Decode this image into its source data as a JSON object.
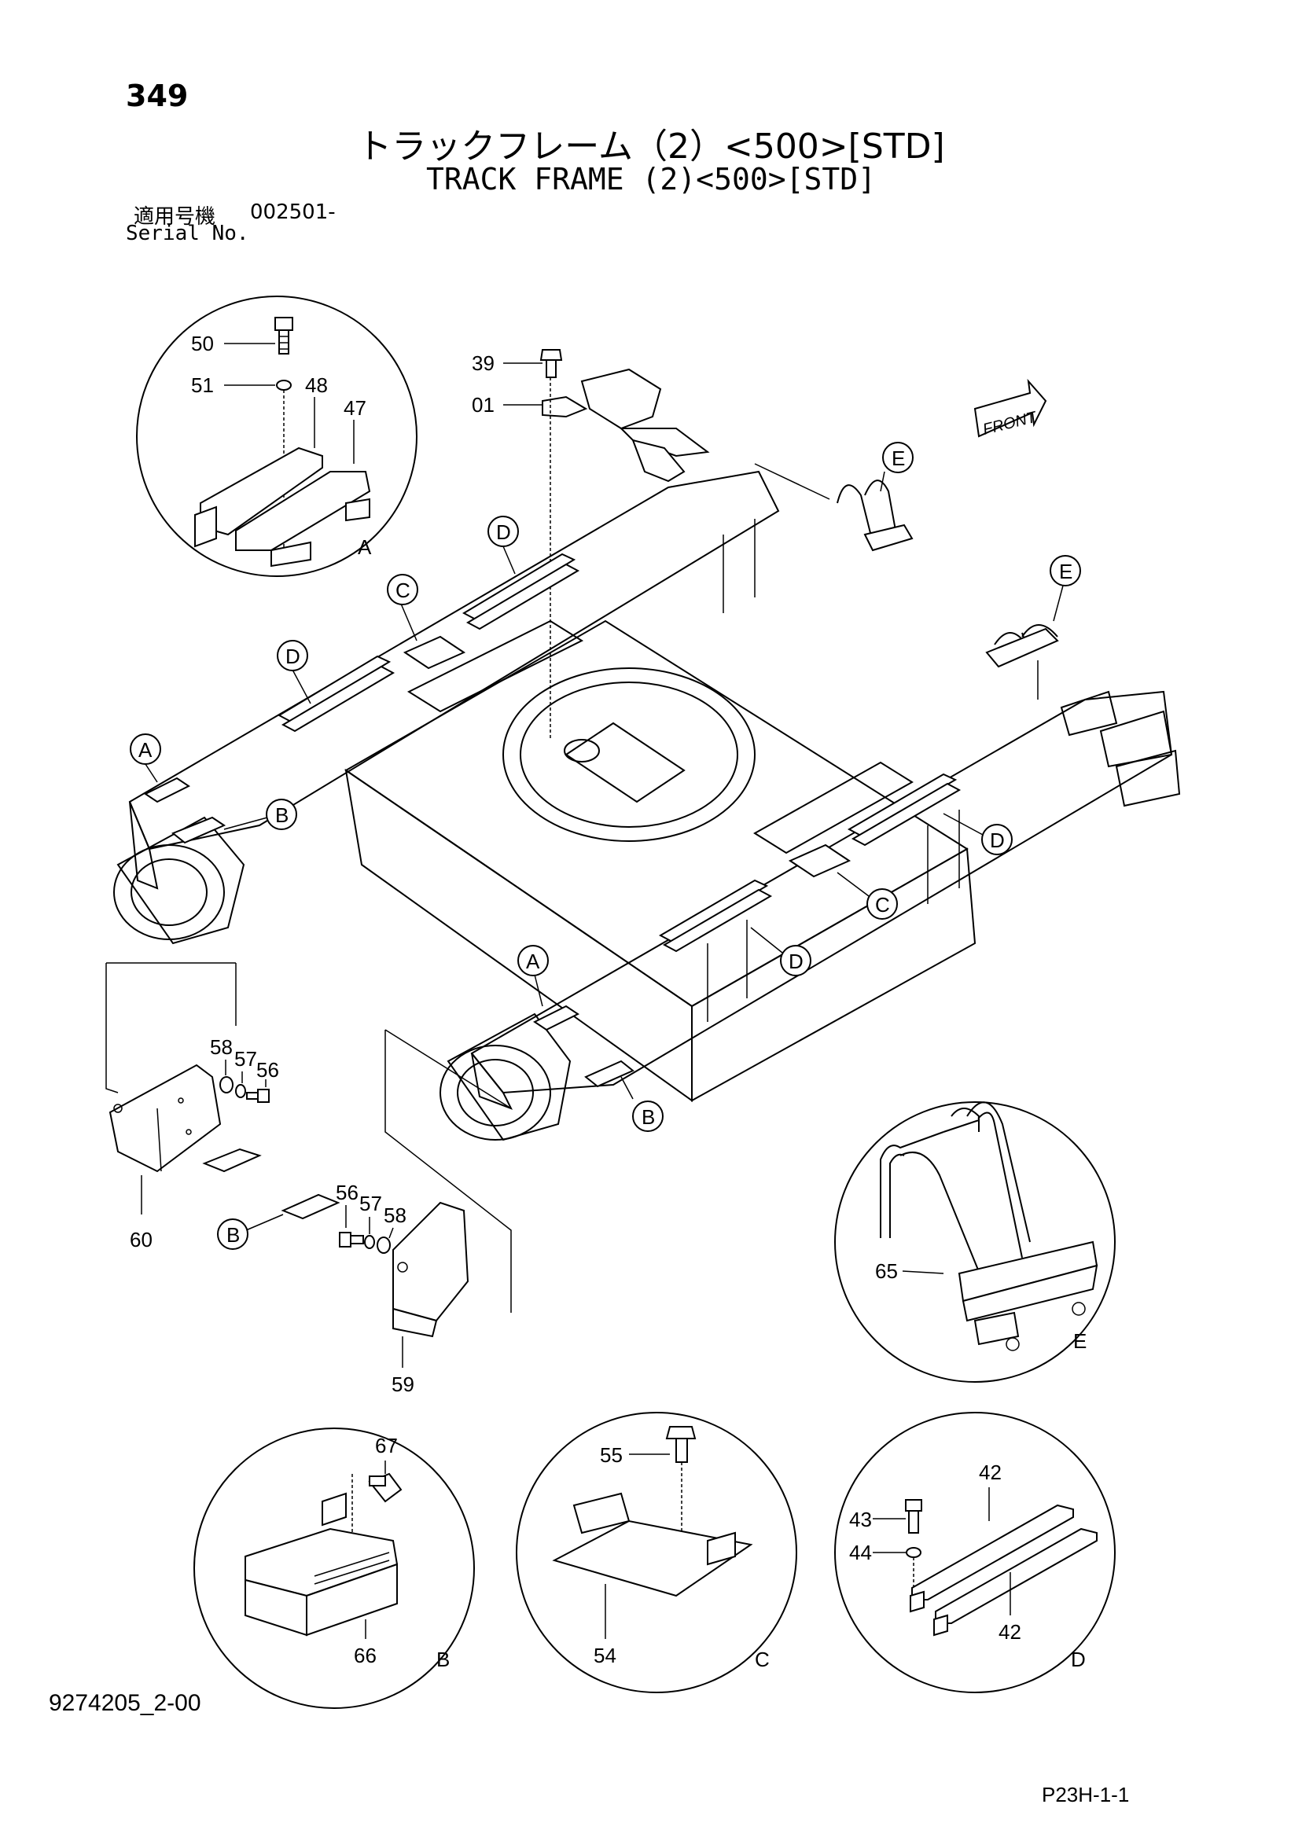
{
  "header": {
    "page_number": "349",
    "title_jp": "トラックフレーム（2）<500>[STD]",
    "title_en": "TRACK FRAME (2)<500>[STD]",
    "serial_label_jp": "適用号機",
    "serial_value": "002501-",
    "serial_label_en": "Serial No."
  },
  "footer": {
    "doc_number": "9274205_2-00",
    "sheet_code": "P23H-1-1"
  },
  "front_arrow_label": "FRONT",
  "part_numbers": {
    "p50": "50",
    "p51": "51",
    "p48": "48",
    "p47": "47",
    "p39": "39",
    "p01": "01",
    "p58a": "58",
    "p57a": "57",
    "p56a": "56",
    "p60": "60",
    "p56b": "56",
    "p57b": "57",
    "p58b": "58",
    "p59": "59",
    "p65": "65",
    "p67": "67",
    "p66": "66",
    "p55": "55",
    "p54": "54",
    "p42a": "42",
    "p43": "43",
    "p44": "44",
    "p42b": "42"
  },
  "callouts": {
    "A1": "A",
    "A2": "A",
    "B1": "B",
    "B2": "B",
    "B3": "B",
    "C1": "C",
    "C2": "C",
    "D1": "D",
    "D2": "D",
    "D3": "D",
    "D4": "D",
    "E1": "E",
    "E2": "E"
  },
  "detail_labels": {
    "A": "A",
    "E": "E",
    "B": "B",
    "C": "C",
    "D": "D"
  }
}
